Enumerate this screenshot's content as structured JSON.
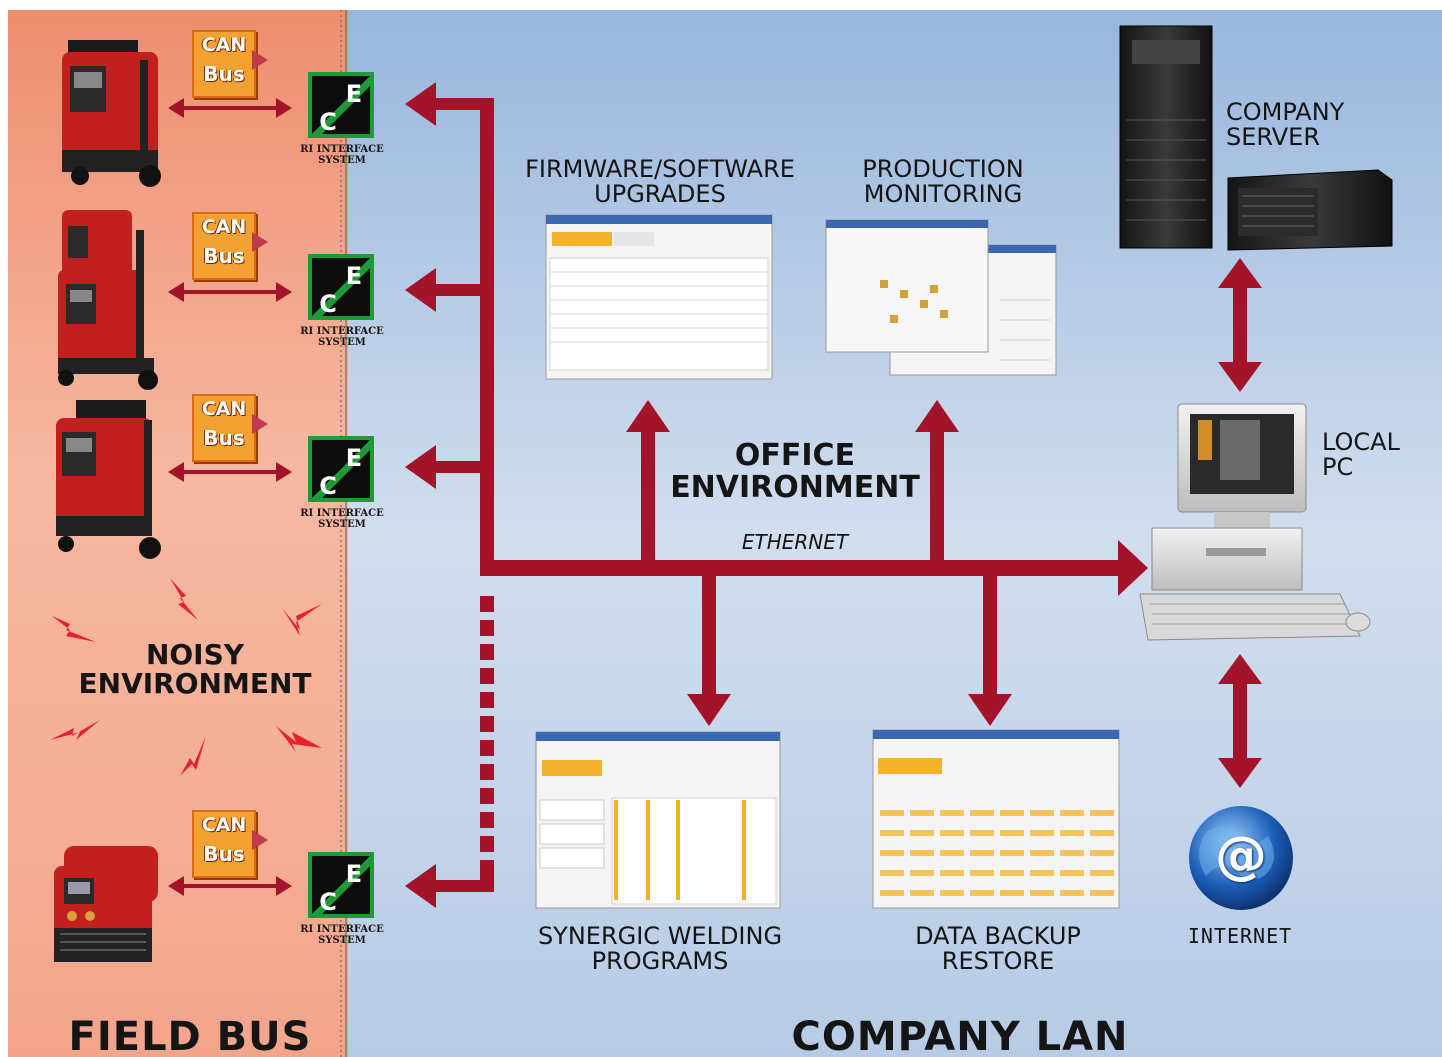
{
  "diagram": {
    "field": {
      "bottom_label": "FIELD BUS",
      "noisy_line1": "NOISY",
      "noisy_line2": "ENVIRONMENT",
      "can_bus": {
        "line1": "CAN",
        "line2": "Bus"
      },
      "interface": {
        "logo_letters": [
          "C",
          "E"
        ],
        "line1": "RI INTERFACE",
        "line2": "SYSTEM"
      }
    },
    "office": {
      "line1": "OFFICE",
      "line2": "ENVIRONMENT",
      "ethernet": "ETHERNET",
      "bottom_label": "COMPANY LAN"
    },
    "apps": {
      "firmware": {
        "line1": "FIRMWARE/SOFTWARE",
        "line2": "UPGRADES"
      },
      "production": {
        "line1": "PRODUCTION",
        "line2": "MONITORING"
      },
      "synergic": {
        "line1": "SYNERGIC WELDING",
        "line2": "PROGRAMS"
      },
      "backup": {
        "line1": "DATA BACKUP",
        "line2": "RESTORE"
      }
    },
    "server": {
      "line1": "COMPANY",
      "line2": "SERVER"
    },
    "pc": {
      "line1": "LOCAL",
      "line2": "PC"
    },
    "internet": {
      "label": "INTERNET",
      "symbol": "@"
    },
    "colors": {
      "field_bg": "#f2a286",
      "office_bg": "#c2d3e9",
      "link": "#a3132a",
      "welder_body": "#c21f1f",
      "can_badge": "#f3a132",
      "interface_green": "#1f9a38"
    },
    "icons": [
      "welder-icon",
      "can-bus-icon",
      "ri-interface-icon",
      "screenshot-icon",
      "tower-server-icon",
      "rack-server-icon",
      "desktop-pc-icon",
      "globe-icon",
      "lightning-icon"
    ]
  }
}
